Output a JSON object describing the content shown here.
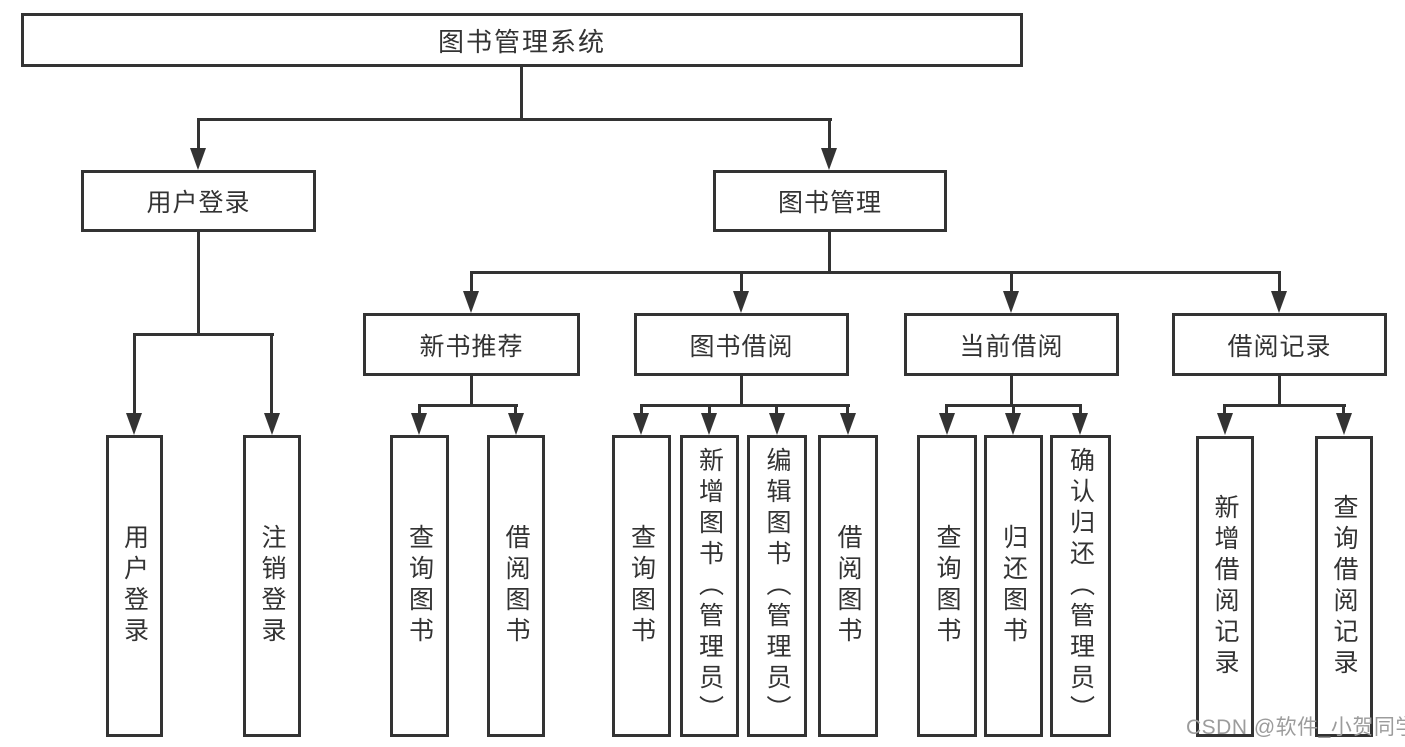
{
  "colors": {
    "line": "#333333",
    "text": "#333333",
    "watermark": "#9c9c9c",
    "background": "#ffffff"
  },
  "tree": {
    "label": "图书管理系统",
    "children": [
      {
        "label": "用户登录",
        "children": [
          {
            "label": "用户登录"
          },
          {
            "label": "注销登录"
          }
        ]
      },
      {
        "label": "图书管理",
        "children": [
          {
            "label": "新书推荐",
            "children": [
              {
                "label": "查询图书"
              },
              {
                "label": "借阅图书"
              }
            ]
          },
          {
            "label": "图书借阅",
            "children": [
              {
                "label": "查询图书"
              },
              {
                "label": "新增图书（管理员）"
              },
              {
                "label": "编辑图书（管理员）"
              },
              {
                "label": "借阅图书"
              }
            ]
          },
          {
            "label": "当前借阅",
            "children": [
              {
                "label": "查询图书"
              },
              {
                "label": "归还图书"
              },
              {
                "label": "确认归还（管理员）"
              }
            ]
          },
          {
            "label": "借阅记录",
            "children": [
              {
                "label": "新增借阅记录"
              },
              {
                "label": "查询借阅记录"
              }
            ]
          }
        ]
      }
    ]
  },
  "watermark": {
    "text": "CSDN @软件_小贺同学"
  }
}
